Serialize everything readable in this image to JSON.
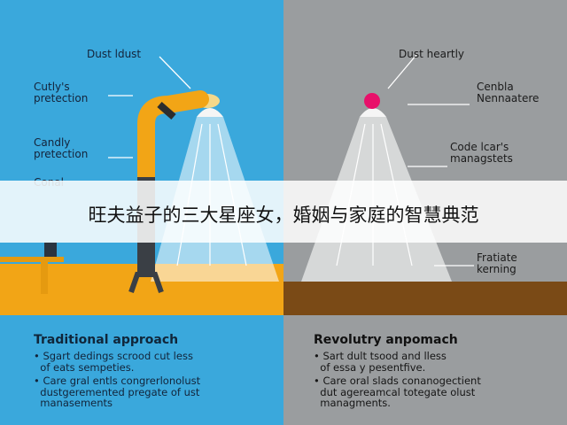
{
  "left": {
    "label_top": "Dust ldust",
    "label_protection_1": [
      "Cutly's",
      "pretection"
    ],
    "label_protection_2": [
      "Candly",
      "pretection"
    ],
    "label_partial": "Conal",
    "heading": "Traditional approach",
    "bullets": [
      "• Sgart dedings scrood cut less\n  of eats sempeties.",
      "• Care gral entls congrerlonolust\n  dustgeremented pregate of ust\n  manasements"
    ],
    "colors": {
      "bg": "#3aa8dc",
      "floor": "#f2a516",
      "pipe": "#f2a516"
    }
  },
  "right": {
    "label_top": "Dust heartly",
    "label_1": [
      "Cenbla",
      "Nennaatere"
    ],
    "label_2": [
      "Code lcar's",
      "managstets"
    ],
    "label_3": [
      "Fratiate",
      "kerning"
    ],
    "heading": "Revolutry anpomach",
    "bullets": [
      "• Sart dult tsood and lless\n  of essa y pesentfive.",
      "• Care oral slads conanogectient\n  dut agereamcal totegate olust\n  managments."
    ],
    "colors": {
      "bg": "#9a9d9f",
      "floor": "#7a4a16",
      "bulb": "#e8106a"
    }
  },
  "banner": {
    "title": "旺夫益子的三大星座女，婚姻与家庭的智慧典范"
  }
}
